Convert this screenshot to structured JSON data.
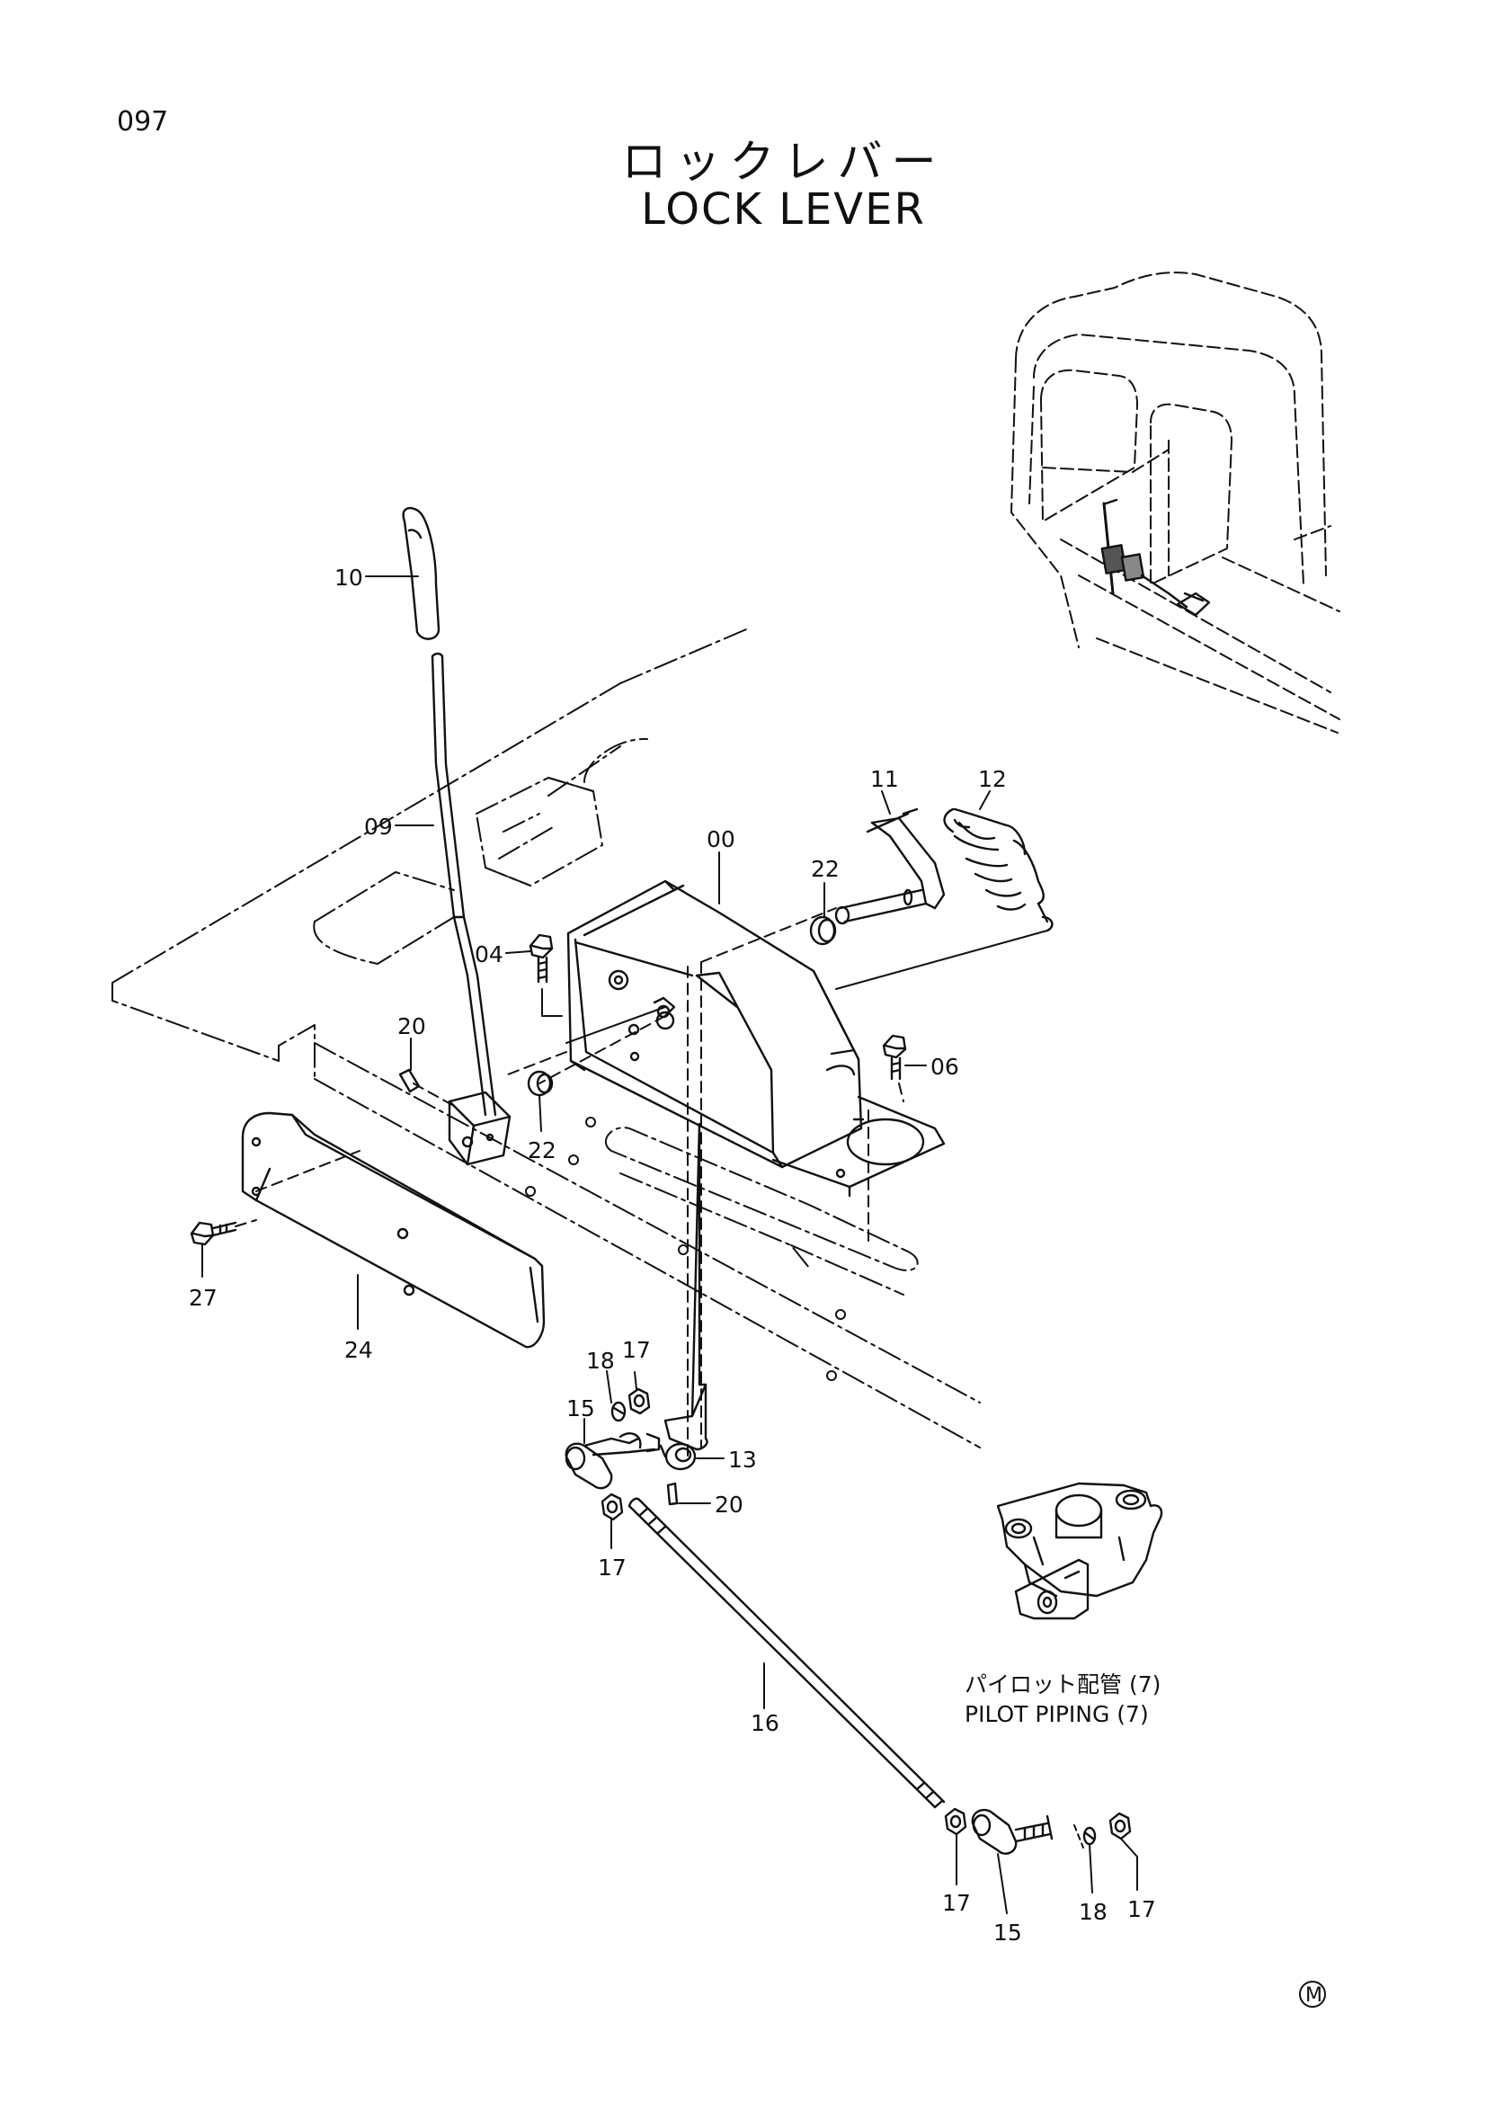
{
  "page_number": "097",
  "title_jp": "ロックレバー",
  "title_en": "LOCK LEVER",
  "reference_jp": "パイロット配管 (7)",
  "reference_en": "PILOT PIPING (7)",
  "footer_mark": "M",
  "callouts": [
    {
      "id": "10",
      "name": "lever-grip"
    },
    {
      "id": "09",
      "name": "lever-rod"
    },
    {
      "id": "00",
      "name": "lock-lever-bracket"
    },
    {
      "id": "11",
      "name": "crank-shaft"
    },
    {
      "id": "12",
      "name": "return-spring"
    },
    {
      "id": "22",
      "name": "bushing"
    },
    {
      "id": "04",
      "name": "bolt"
    },
    {
      "id": "06",
      "name": "bolt"
    },
    {
      "id": "20",
      "name": "spring-pin"
    },
    {
      "id": "24",
      "name": "cover-plate"
    },
    {
      "id": "27",
      "name": "bolt"
    },
    {
      "id": "18",
      "name": "washer"
    },
    {
      "id": "17",
      "name": "nut"
    },
    {
      "id": "15",
      "name": "ball-joint"
    },
    {
      "id": "13",
      "name": "lower-arm"
    },
    {
      "id": "16",
      "name": "push-rod"
    }
  ]
}
